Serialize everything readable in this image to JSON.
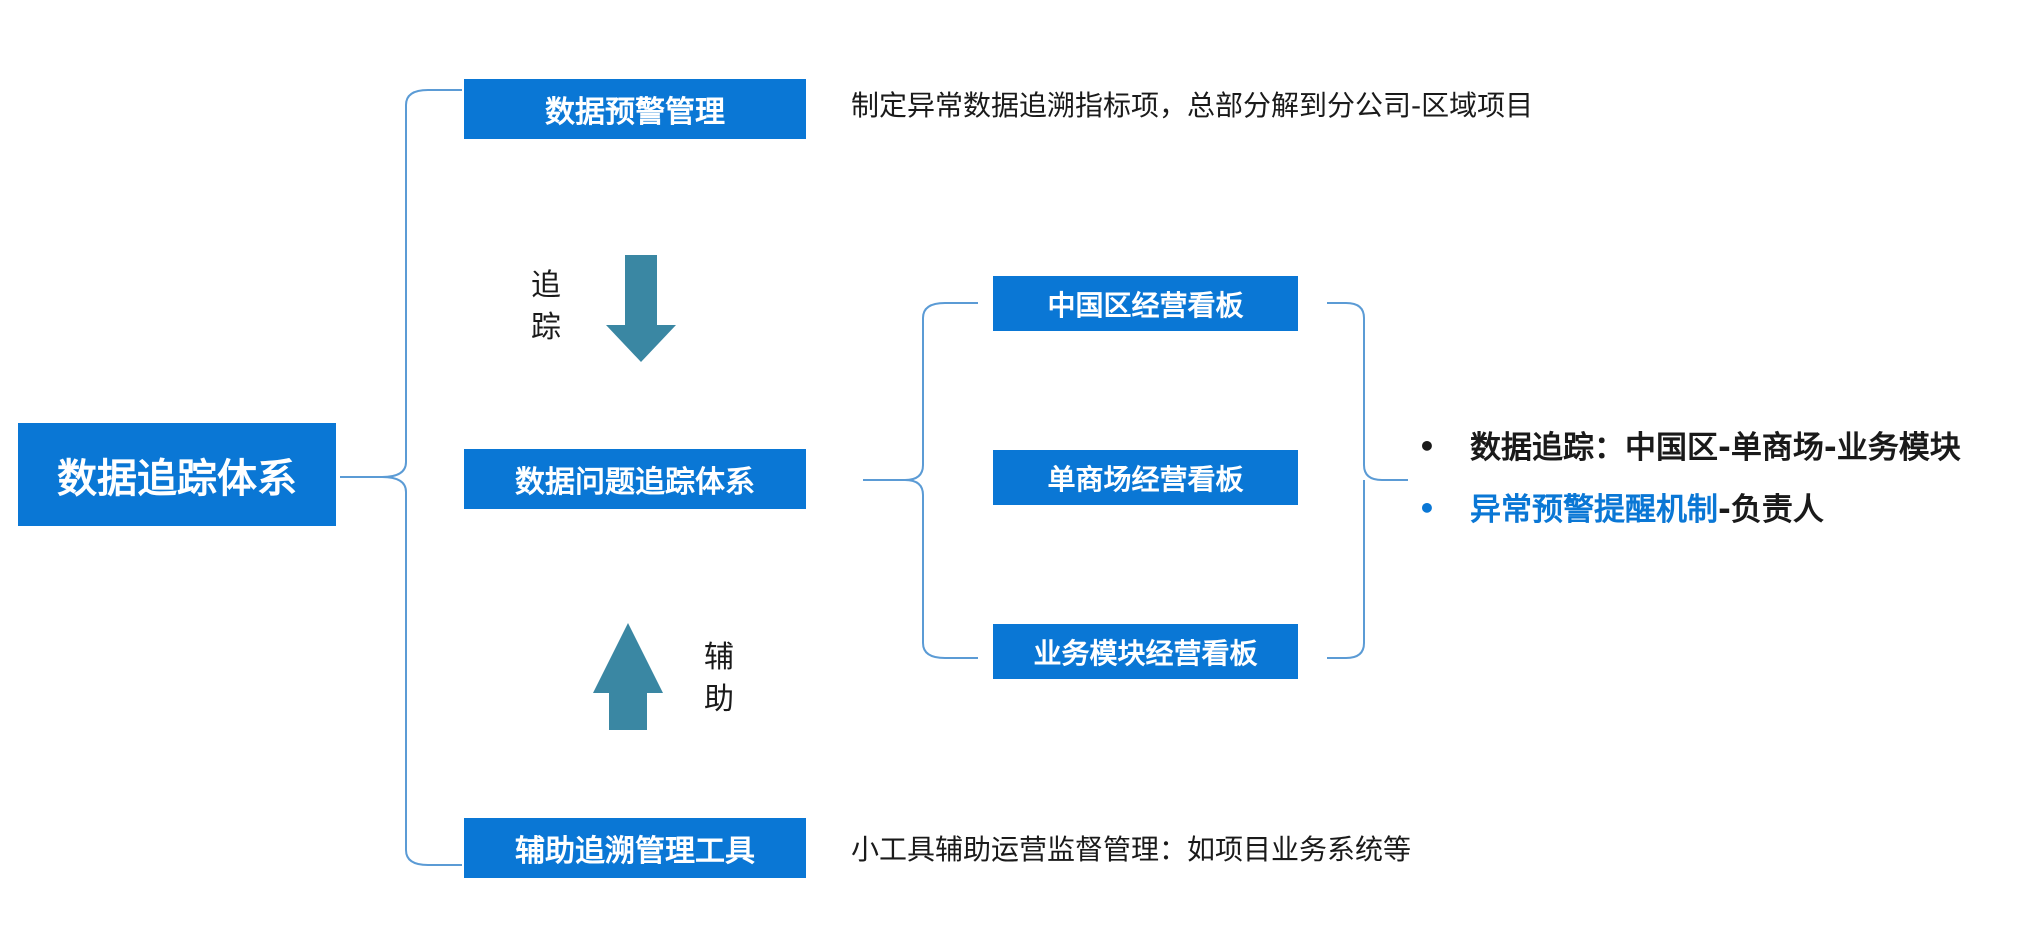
{
  "root": {
    "label": "数据追踪体系"
  },
  "nodes": {
    "warning_mgmt": "数据预警管理",
    "tracking_system": "数据问题追踪体系",
    "aux_tools": "辅助追溯管理工具"
  },
  "descriptions": {
    "warning_mgmt": "制定异常数据追溯指标项，总部分解到分公司-区域项目",
    "aux_tools": "小工具辅助运营监督管理：如项目业务系统等"
  },
  "arrows": {
    "down_label": [
      "追",
      "踪"
    ],
    "up_label": [
      "辅",
      "助"
    ]
  },
  "boards": [
    "中国区经营看板",
    "单商场经营看板",
    "业务模块经营看板"
  ],
  "bullets": [
    {
      "parts": [
        "数据追踪：中国区-单商场-业务模块"
      ]
    },
    {
      "highlight": "异常预警提醒机制",
      "rest": "-负责人"
    }
  ],
  "colors": {
    "box_fill": "#0a77d5",
    "bracket": "#5b9bd5",
    "arrow": "#3a87a3",
    "highlight_text": "#0a77d5",
    "text": "#1a1a1a"
  }
}
